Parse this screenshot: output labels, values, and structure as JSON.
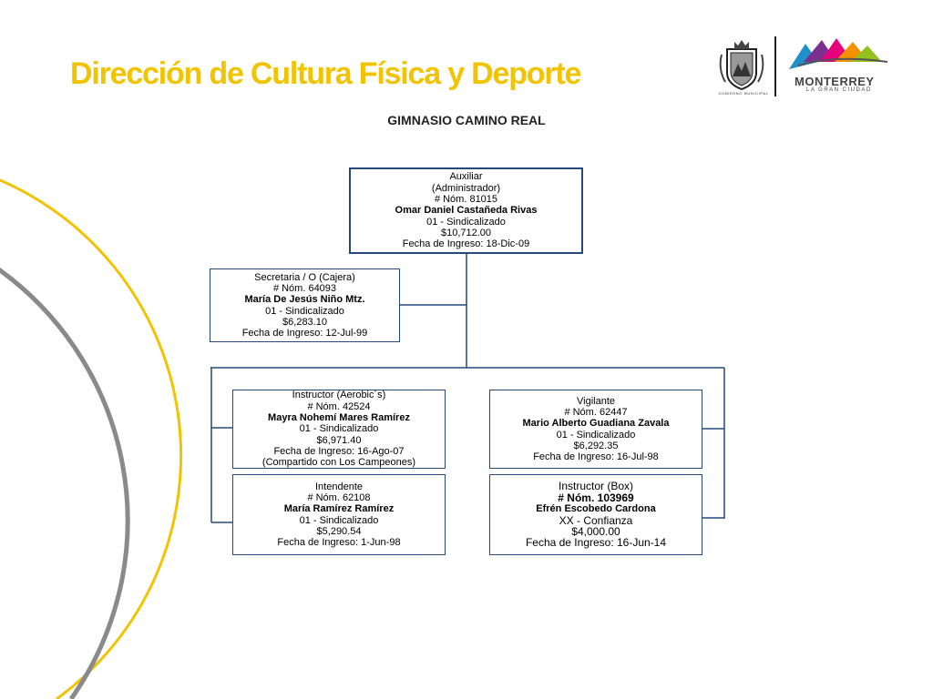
{
  "page": {
    "title": "Dirección de Cultura Física y Deporte",
    "subtitle": "GIMNASIO CAMINO REAL"
  },
  "branding": {
    "gov_caption": "GOBIERNO MUNICIPAL",
    "brand_name": "MONTERREY",
    "brand_tagline": "LA GRAN CIUDAD",
    "colors": {
      "title": "#f2c300",
      "box_border": "#24497a",
      "connector": "#24497a"
    }
  },
  "org_chart": {
    "auxiliar": {
      "role": "Auxiliar",
      "role2": "(Administrador)",
      "number": "# Nóm. 81015",
      "name": "Omar Daniel Castañeda Rivas",
      "status": "01 - Sindicalizado",
      "salary": "$10,712.00",
      "hire_date": "Fecha de Ingreso:  18-Dic-09"
    },
    "secretaria": {
      "role": "Secretaria / O (Cajera)",
      "number": "# Nóm. 64093",
      "name": "María De Jesús Niño Mtz.",
      "status": "01 - Sindicalizado",
      "salary": "$6,283.10",
      "hire_date": "Fecha de Ingreso:  12-Jul-99"
    },
    "instructor_aerobics": {
      "role": "Instructor (Aerobic´s)",
      "number": "# Nóm. 42524",
      "name": "Mayra Nohemí Mares Ramírez",
      "status": "01 - Sindicalizado",
      "salary": "$6,971.40",
      "hire_date": "Fecha de Ingreso:  16-Ago-07",
      "note": "(Compartido con Los Campeones)"
    },
    "vigilante": {
      "role": "Vigilante",
      "number": "# Nóm. 62447",
      "name": "Mario Alberto Guadiana Zavala",
      "status": "01 - Sindicalizado",
      "salary": "$6,292.35",
      "hire_date": "Fecha de Ingreso:  16-Jul-98"
    },
    "intendente": {
      "role": "Intendente",
      "number": "# Nóm. 62108",
      "name": "María Ramírez Ramírez",
      "status": "01 - Sindicalizado",
      "salary": "$5,290.54",
      "hire_date": "Fecha de Ingreso:  1-Jun-98"
    },
    "instructor_box": {
      "role": "Instructor (Box)",
      "number": "# Nóm. 103969",
      "name": "Efrén Escobedo Cardona",
      "status": "XX - Confianza",
      "salary": "$4,000.00",
      "hire_date": "Fecha de Ingreso:  16-Jun-14"
    }
  }
}
